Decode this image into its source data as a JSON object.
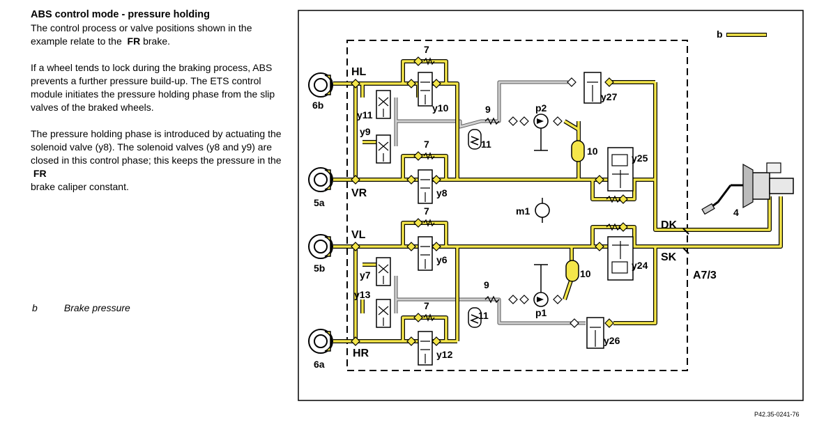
{
  "header": {
    "title": "ABS control mode - pressure holding"
  },
  "body": {
    "p1_a": "The control process or valve positions shown in the example relate to the",
    "p1_fr": "FR",
    "p1_b": "brake.",
    "p2": "If a wheel tends to lock during the braking process, ABS prevents a further pressure build-up. The ETS control module initiates the pressure holding phase from the slip valves of the braked wheels.",
    "p3_a": "The pressure holding phase is introduced by actuating the solenoid valve (y8). The solenoid valves (y8 and y9) are closed in this control phase; this keeps the pressure in the",
    "p3_fr": "FR",
    "p3_b": "brake caliper constant."
  },
  "legend": {
    "key": "b",
    "text": "Brake pressure"
  },
  "figure_ref": "P42.35-0241-76",
  "colors": {
    "pressure_line": "#f4e64a",
    "return_line": "#c9c9c9",
    "outline": "#000000"
  },
  "diagram": {
    "legend_marker": "b",
    "wheels": {
      "rear_left": "6b",
      "front_right": "5a",
      "front_left": "5b",
      "rear_right": "6a"
    },
    "circuits": {
      "hl": "HL",
      "vr": "VR",
      "vl": "VL",
      "hr": "HR"
    },
    "valves": {
      "y11": "y11",
      "y9": "y9",
      "y10": "y10",
      "y8": "y8",
      "y7": "y7",
      "y13": "y13",
      "y6": "y6",
      "y12": "y12",
      "y27": "y27",
      "y25": "y25",
      "y24": "y24",
      "y26": "y26"
    },
    "components": {
      "check7": "7",
      "damper9": "9",
      "accumulator11": "11",
      "pump_top": "p2",
      "pump_bottom": "p1",
      "chamber10": "10",
      "motor": "m1",
      "master_cylinder": "4"
    },
    "ports": {
      "dk": "DK",
      "sk": "SK",
      "unit": "A7/3"
    }
  }
}
